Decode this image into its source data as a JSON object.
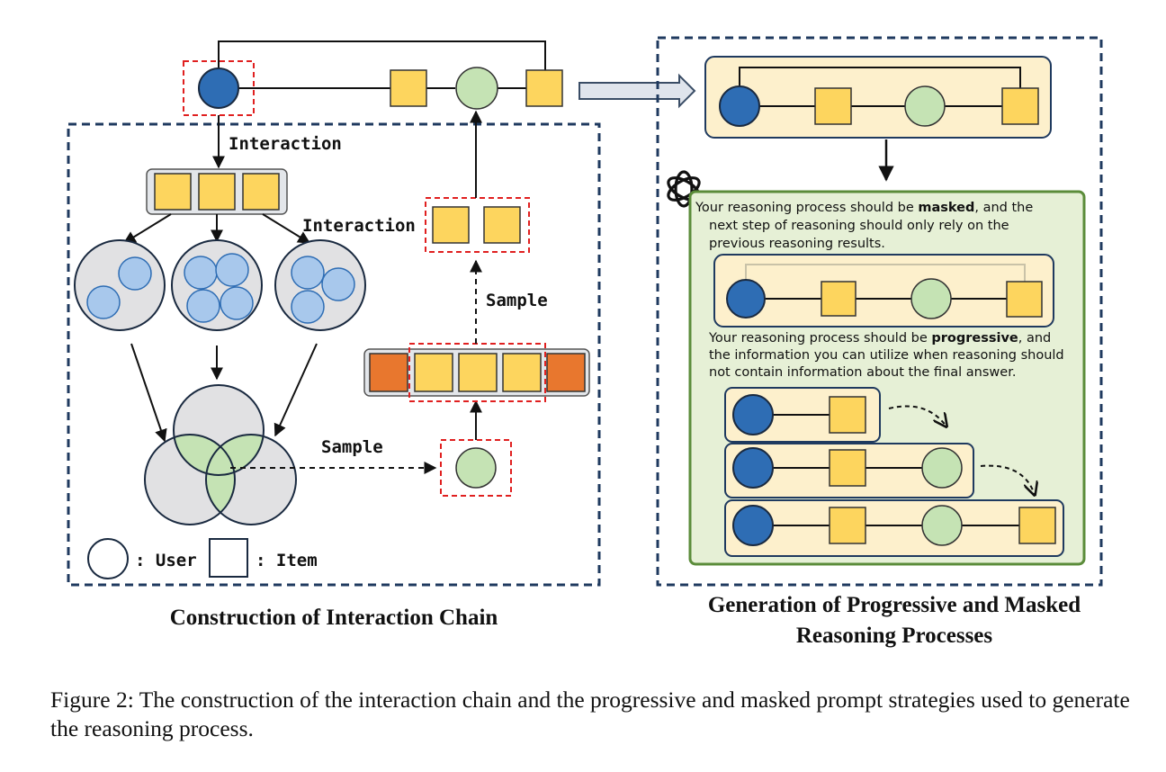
{
  "left_panel": {
    "interaction_label_1": "Interaction",
    "interaction_label_2": "Interaction",
    "sample_label_1": "Sample",
    "sample_label_2": "Sample",
    "legend_user": ": User",
    "legend_item": ": Item",
    "title": "Construction of Interaction Chain"
  },
  "right_panel": {
    "masked_text": {
      "line1_pre": "Your reasoning process should be ",
      "line1_bold": "masked",
      "line1_post": ", and the",
      "line2": "next step of reasoning should only rely on the",
      "line3": "previous reasoning results."
    },
    "progressive_text": {
      "line1_pre": "Your reasoning process should be ",
      "line1_bold": "progressive",
      "line1_post": ", and",
      "line2": "the information you can utilize when reasoning should",
      "line3": "not contain information about the final answer."
    },
    "title_line1": "Generation of Progressive and Masked",
    "title_line2": "Reasoning Processes"
  },
  "caption": "Figure 2: The construction of the interaction chain and the progressive and masked prompt strategies used to generate the reasoning process.",
  "colors": {
    "user_blue": "#2e6db4",
    "item_yellow": "#fdd55e",
    "green_node": "#c5e3b4",
    "orange_item": "#e8772e",
    "dash_red": "#e02020",
    "panel_border": "#1f3a5f",
    "prompt_bg": "#e6f0d6",
    "prompt_border": "#5b8c3a",
    "chain_bg": "#fdf0cc"
  }
}
